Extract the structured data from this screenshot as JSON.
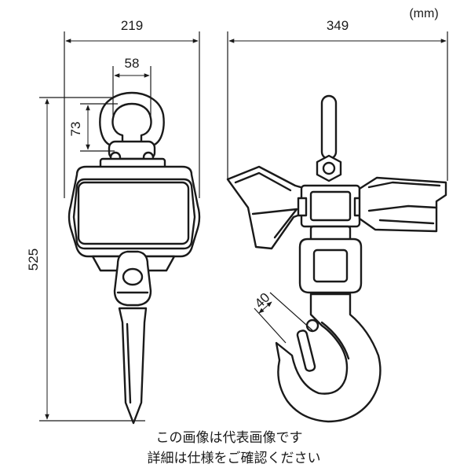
{
  "unit_label": "(mm)",
  "dimensions": {
    "width_front": "219",
    "width_side": "349",
    "shackle_inner": "58",
    "shackle_height": "73",
    "total_height": "525",
    "hook_opening": "40"
  },
  "caption": {
    "line1": "この画像は代表画像です",
    "line2": "詳細は仕様をご確認ください"
  }
}
